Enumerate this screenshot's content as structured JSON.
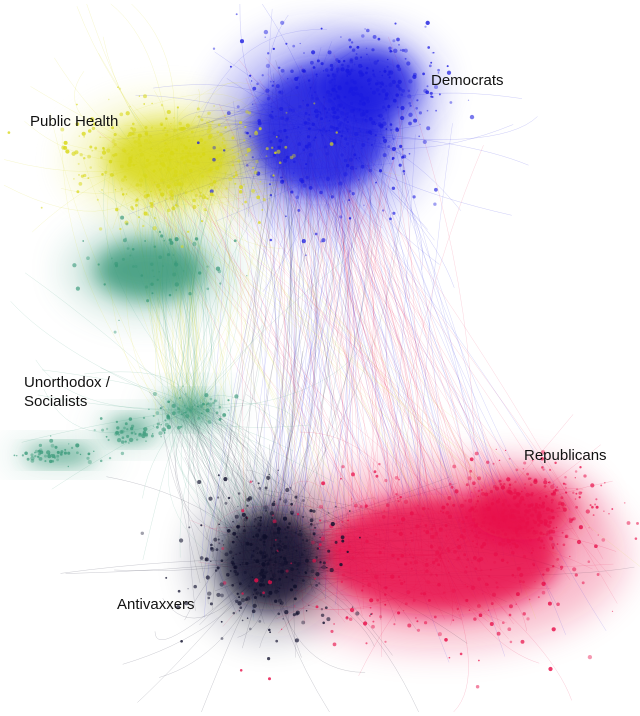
{
  "communities": [
    {
      "id": "democrats",
      "label": "Democrats",
      "color": "#1a1ae0"
    },
    {
      "id": "public_health",
      "label": "Public Health",
      "color": "#d8d818"
    },
    {
      "id": "unorthodox_socialists",
      "label_line1": "Unorthodox /",
      "label_line2": "Socialists",
      "color": "#3a9a7a"
    },
    {
      "id": "republicans",
      "label": "Republicans",
      "color": "#e8104a"
    },
    {
      "id": "antivaxxers",
      "label": "Antivaxxers",
      "color": "#0e0e2a"
    }
  ]
}
